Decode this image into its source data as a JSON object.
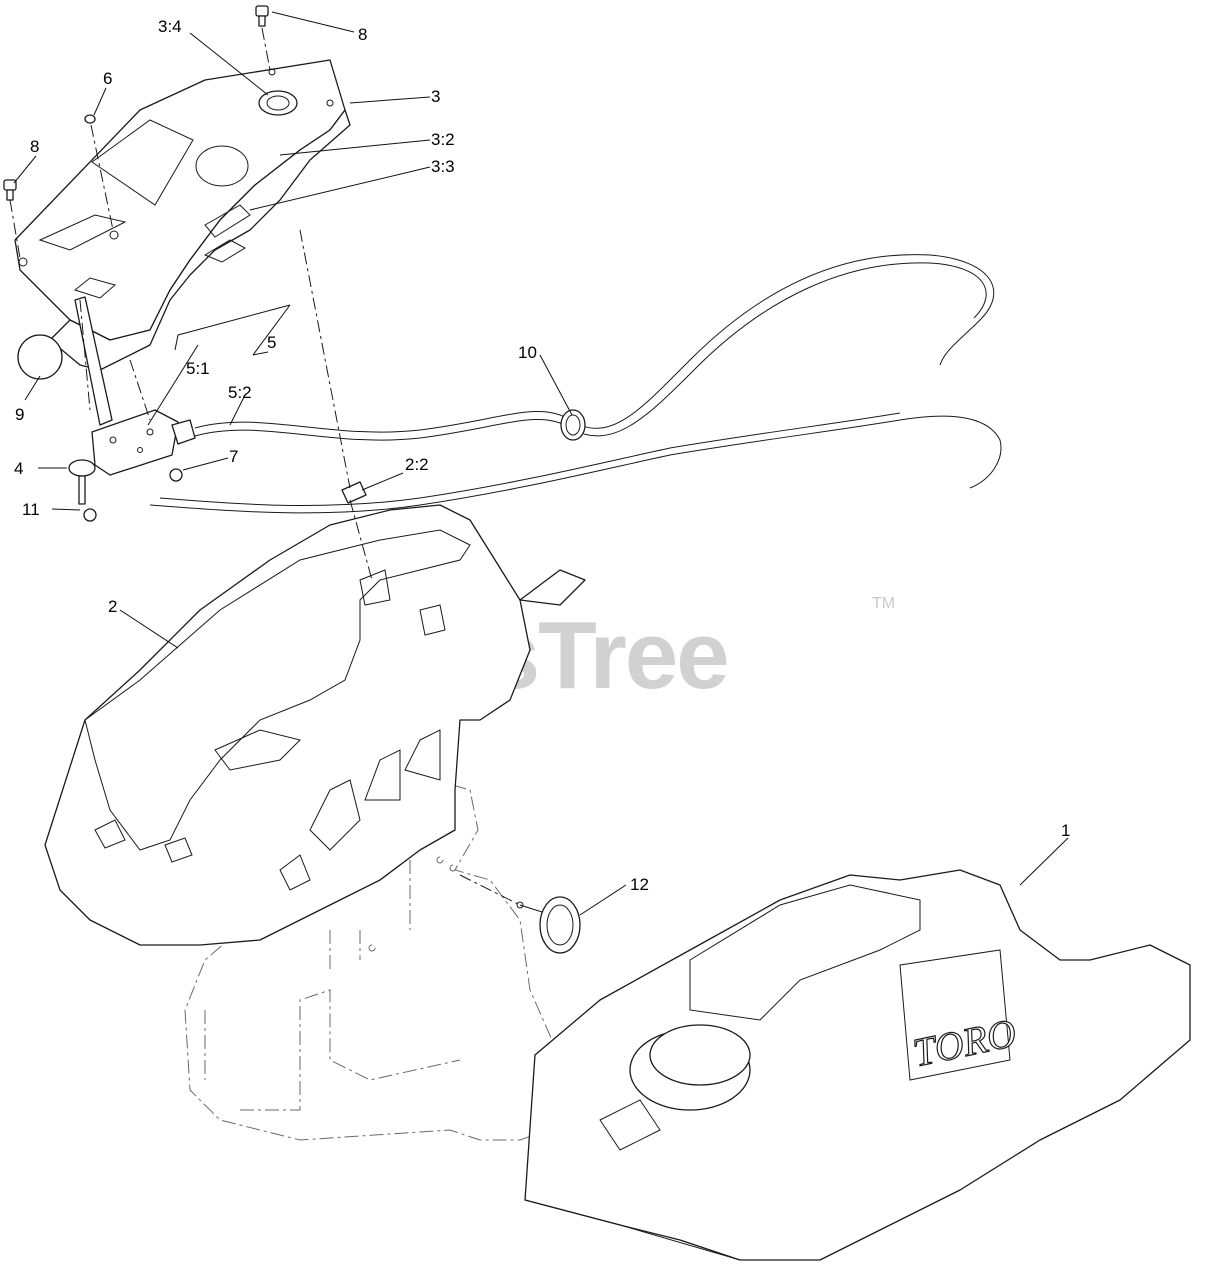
{
  "watermark": {
    "text": "PartsTree",
    "trademark": "TM"
  },
  "brand_logo": "TORO",
  "callouts": [
    {
      "id": "c-3-4",
      "label": "3:4"
    },
    {
      "id": "c-8a",
      "label": "8"
    },
    {
      "id": "c-6",
      "label": "6"
    },
    {
      "id": "c-3",
      "label": "3"
    },
    {
      "id": "c-3-2",
      "label": "3:2"
    },
    {
      "id": "c-8b",
      "label": "8"
    },
    {
      "id": "c-3-3",
      "label": "3:3"
    },
    {
      "id": "c-5",
      "label": "5"
    },
    {
      "id": "c-10",
      "label": "10"
    },
    {
      "id": "c-5-1",
      "label": "5:1"
    },
    {
      "id": "c-5-2",
      "label": "5:2"
    },
    {
      "id": "c-9",
      "label": "9"
    },
    {
      "id": "c-7",
      "label": "7"
    },
    {
      "id": "c-2-2",
      "label": "2:2"
    },
    {
      "id": "c-4",
      "label": "4"
    },
    {
      "id": "c-11",
      "label": "11"
    },
    {
      "id": "c-2",
      "label": "2"
    },
    {
      "id": "c-1",
      "label": "1"
    },
    {
      "id": "c-12",
      "label": "12"
    }
  ]
}
